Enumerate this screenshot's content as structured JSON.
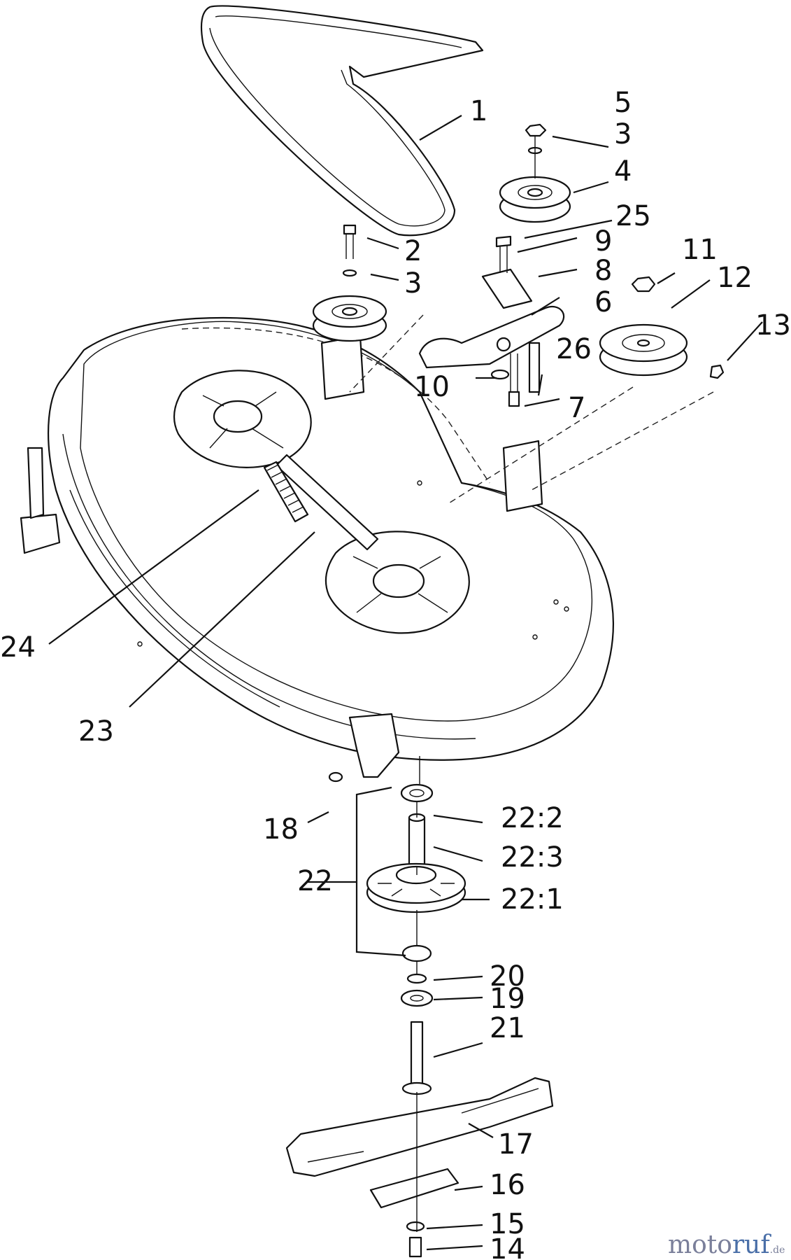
{
  "labels": {
    "l1": "1",
    "l2": "2",
    "l3a": "3",
    "l3b": "3",
    "l4": "4",
    "l5": "5",
    "l6": "6",
    "l7": "7",
    "l8": "8",
    "l9": "9",
    "l10": "10",
    "l11": "11",
    "l12": "12",
    "l13": "13",
    "l14": "14",
    "l15": "15",
    "l16": "16",
    "l17": "17",
    "l18": "18",
    "l19": "19",
    "l20": "20",
    "l21": "21",
    "l22": "22",
    "l22_1": "22:1",
    "l22_2": "22:2",
    "l22_3": "22:3",
    "l23": "23",
    "l24": "24",
    "l25": "25",
    "l26": "26"
  },
  "watermark": {
    "part_a": "moto",
    "part_b": "ruf",
    "tld": ".de"
  },
  "colors": {
    "line": "#111111",
    "watermark_grey": "#7a7f9a",
    "watermark_blue": "#4a6fa8"
  }
}
